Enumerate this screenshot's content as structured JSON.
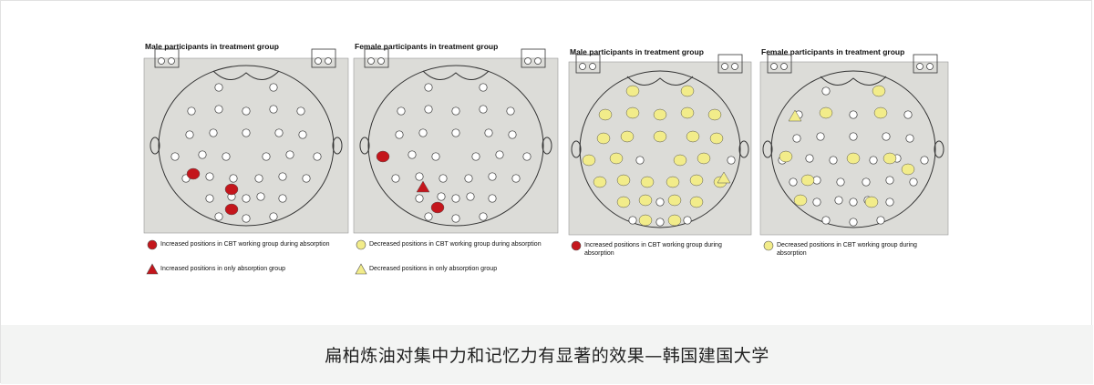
{
  "panels": [
    {
      "title": "Male participants in treatment group",
      "legend": [
        {
          "marker": "circle",
          "color": "#c4161c",
          "text": "Increased positions in CBT working group during absorption"
        },
        {
          "marker": "triangle",
          "color": "#c4161c",
          "text": "Increased positions in only absorption group"
        }
      ]
    },
    {
      "title": "Female participants in treatment group",
      "legend": [
        {
          "marker": "circle",
          "color": "#f2ec8a",
          "text": "Decreased positions in CBT working group during absorption"
        },
        {
          "marker": "triangle",
          "color": "#f2ec8a",
          "text": "Decreased positions in only absorption group"
        }
      ]
    },
    {
      "title": "Male participants in treatment group",
      "legend": [
        {
          "marker": "circle",
          "color": "#c4161c",
          "text": "Increased positions in CBT working group during absorption"
        }
      ]
    },
    {
      "title": "Female participants in treatment group",
      "legend": [
        {
          "marker": "circle",
          "color": "#f2ec8a",
          "text": "Decreased positions in CBT working group during absorption"
        }
      ]
    }
  ],
  "caption": "扁柏炼油对集中力和记忆力有显著的效果—韩国建国大学",
  "colors": {
    "red": "#c4161c",
    "yellow": "#f2ec8a",
    "panel_bg": "#dcdcd8",
    "caption_bg": "#f3f4f3"
  }
}
